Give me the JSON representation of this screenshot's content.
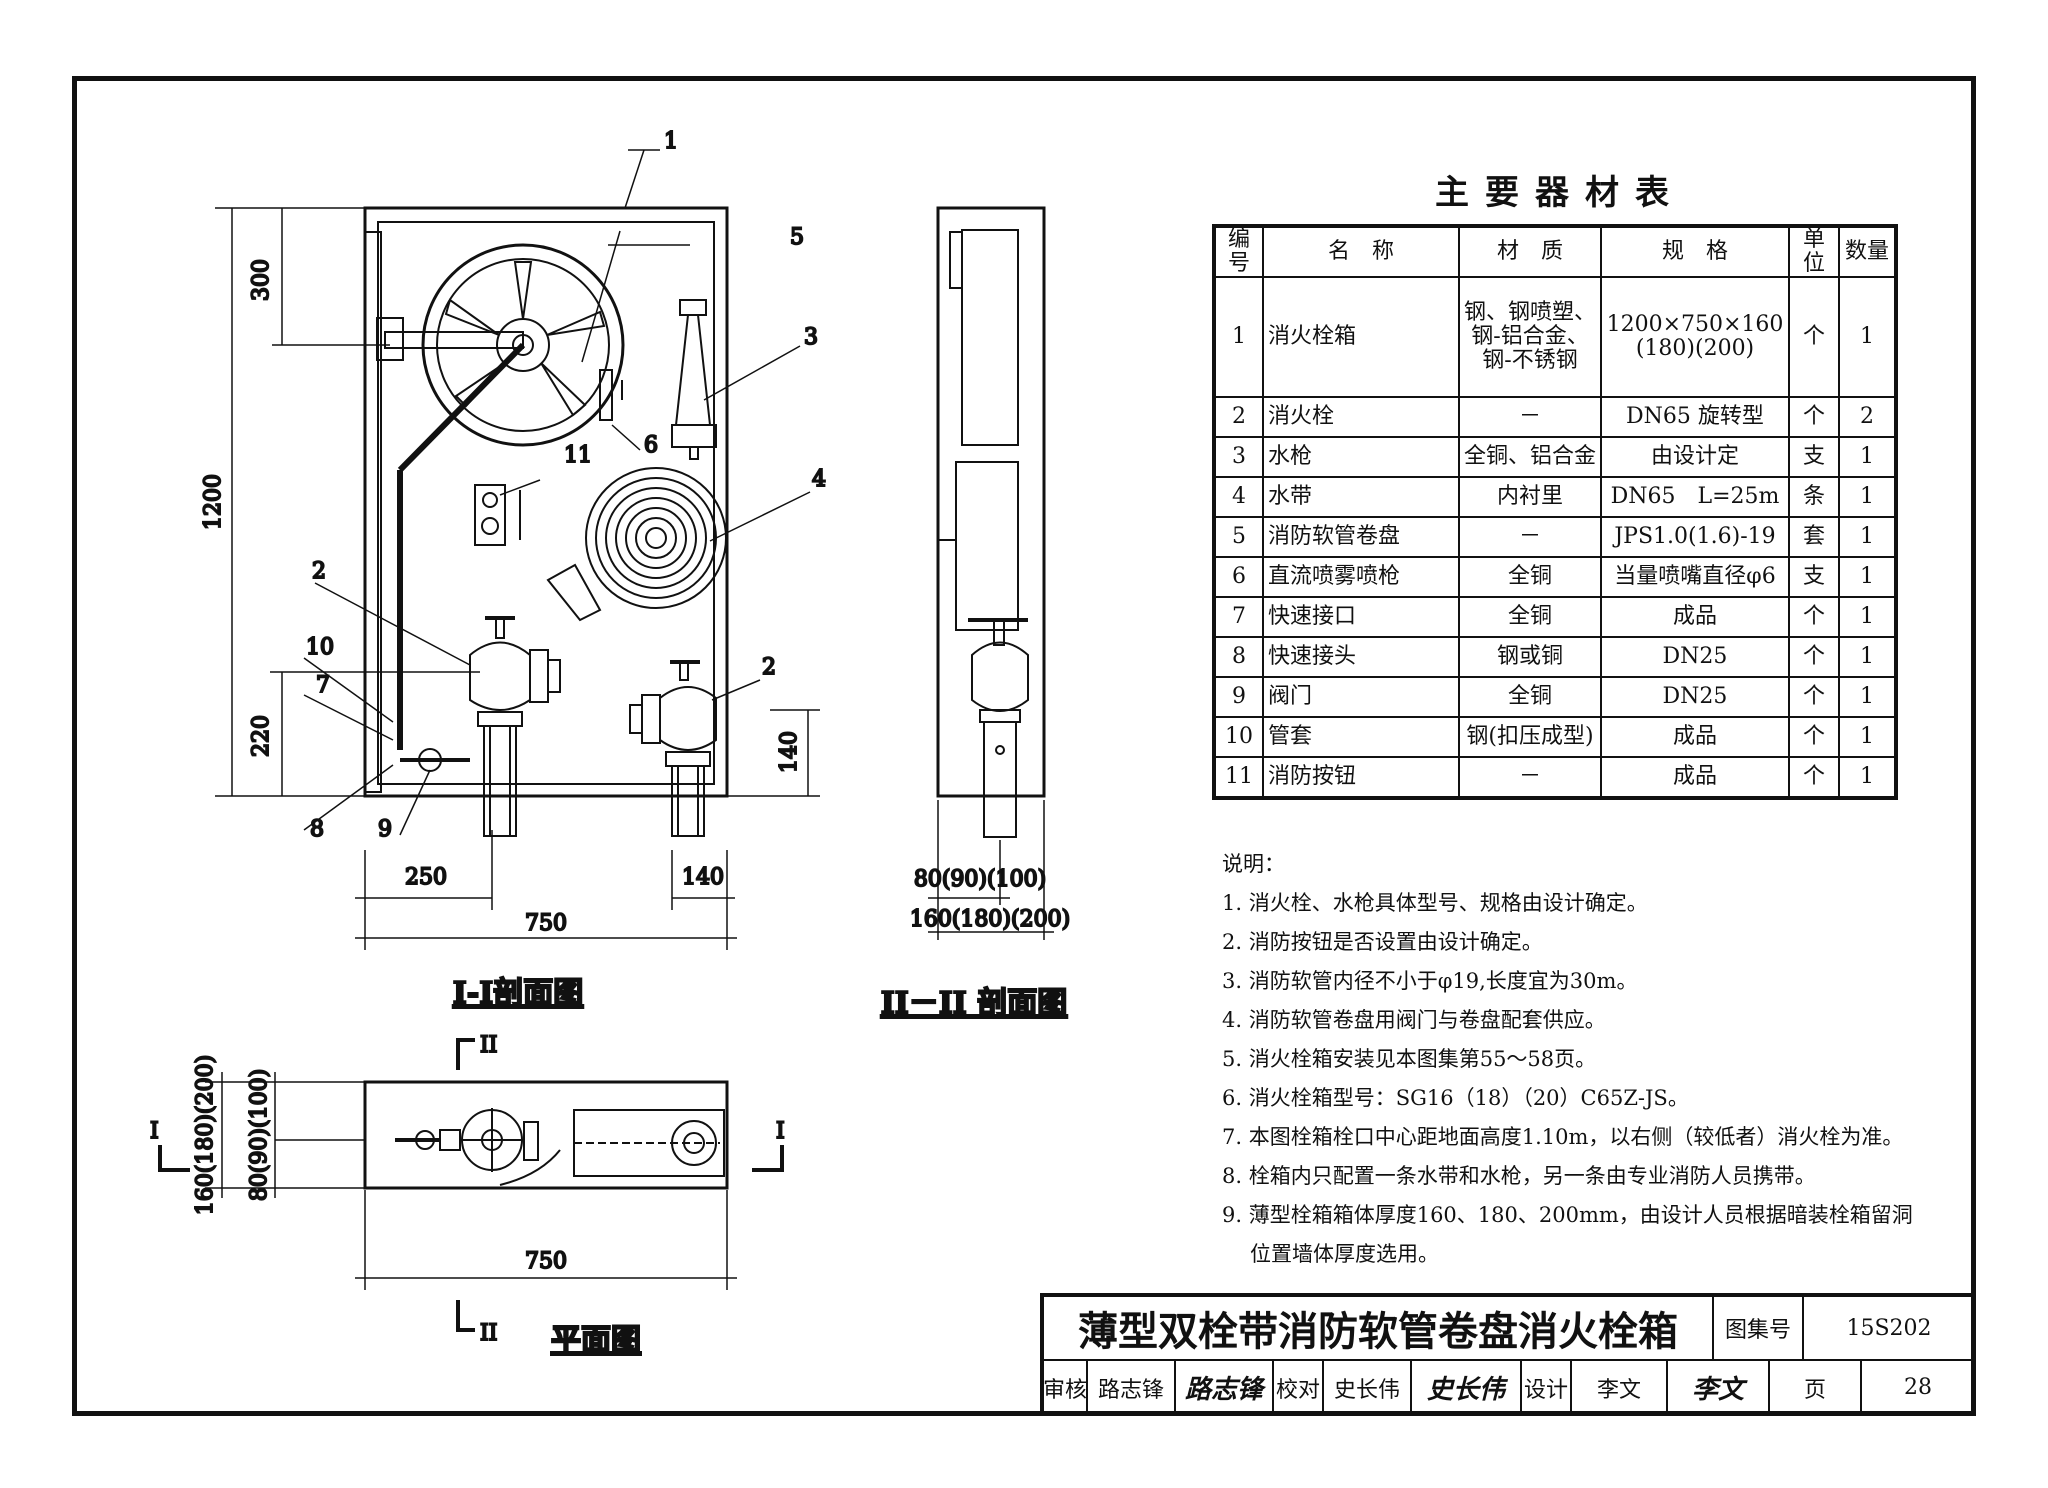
{
  "section_1": {
    "caption": "I-I剖面图",
    "dims": {
      "h_top": "300",
      "h_total": "1200",
      "h_bottom_left": "220",
      "h_bottom_right": "140",
      "w_left": "250",
      "w_right": "140",
      "w_total": "750"
    },
    "callouts": [
      "1",
      "2",
      "2",
      "3",
      "4",
      "5",
      "6",
      "7",
      "8",
      "9",
      "10",
      "11"
    ]
  },
  "section_2": {
    "caption": "II－II 剖面图",
    "dims": {
      "depth_hydrant": "80(90)(100)",
      "depth_total": "160(180)(200)"
    }
  },
  "plan": {
    "caption": "平面图",
    "marks": {
      "sec1": "I",
      "sec2": "II"
    },
    "dims": {
      "width": "750",
      "depth_hydrant": "80(90)(100)",
      "depth_total": "160(180)(200)"
    }
  },
  "materials": {
    "title": "主要器材表",
    "headers": [
      "编号",
      "名　称",
      "材　质",
      "规　格",
      "单位",
      "数量"
    ],
    "rows": [
      [
        "1",
        "消火栓箱",
        "钢、钢喷塑、\n钢-铝合金、\n钢-不锈钢",
        "1200×750×160\n(180)(200)",
        "个",
        "1"
      ],
      [
        "2",
        "消火栓",
        "－",
        "DN65 旋转型",
        "个",
        "2"
      ],
      [
        "3",
        "水枪",
        "全铜、铝合金",
        "由设计定",
        "支",
        "1"
      ],
      [
        "4",
        "水带",
        "内衬里",
        "DN65　L=25m",
        "条",
        "1"
      ],
      [
        "5",
        "消防软管卷盘",
        "－",
        "JPS1.0(1.6)-19",
        "套",
        "1"
      ],
      [
        "6",
        "直流喷雾喷枪",
        "全铜",
        "当量喷嘴直径φ6",
        "支",
        "1"
      ],
      [
        "7",
        "快速接口",
        "全铜",
        "成品",
        "个",
        "1"
      ],
      [
        "8",
        "快速接头",
        "钢或铜",
        "DN25",
        "个",
        "1"
      ],
      [
        "9",
        "阀门",
        "全铜",
        "DN25",
        "个",
        "1"
      ],
      [
        "10",
        "管套",
        "钢(扣压成型)",
        "成品",
        "个",
        "1"
      ],
      [
        "11",
        "消防按钮",
        "－",
        "成品",
        "个",
        "1"
      ]
    ]
  },
  "notes": {
    "heading": "说明：",
    "items": [
      "1. 消火栓、水枪具体型号、规格由设计确定。",
      "2. 消防按钮是否设置由设计确定。",
      "3. 消防软管内径不小于φ19,长度宜为30m。",
      "4. 消防软管卷盘用阀门与卷盘配套供应。",
      "5. 消火栓箱安装见本图集第55～58页。",
      "6. 消火栓箱型号：SG16（18）（20）C65Z-JS。",
      "7. 本图栓箱栓口中心距地面高度1.10m，以右侧（较低者）消火栓为准。",
      "8. 栓箱内只配置一条水带和水枪，另一条由专业消防人员携带。",
      "9. 薄型栓箱箱体厚度160、180、200mm，由设计人员根据暗装栓箱留洞",
      "位置墙体厚度选用。"
    ]
  },
  "title_block": {
    "title": "薄型双栓带消防软管卷盘消火栓箱",
    "atlas_label": "图集号",
    "atlas_no": "15S202",
    "page_label": "页",
    "page_no": "28",
    "review_label": "审核",
    "reviewer": "路志锋",
    "reviewer_sig": "路志锋",
    "check_label": "校对",
    "checker": "史长伟",
    "checker_sig": "史长伟",
    "design_label": "设计",
    "designer": "李文",
    "designer_sig": "李文"
  }
}
